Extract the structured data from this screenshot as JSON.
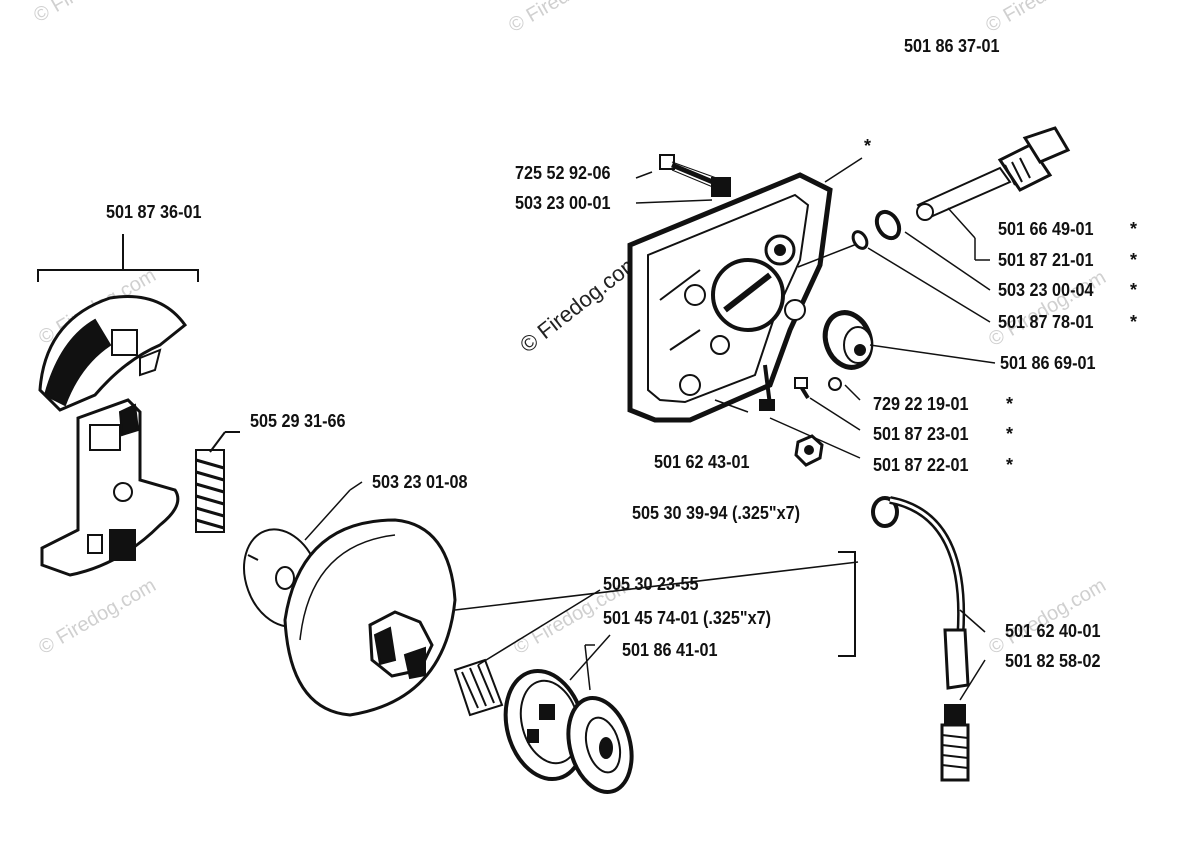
{
  "diagram_code": "501 86 37-01",
  "watermark": "© Firedog.com",
  "colors": {
    "ink": "#111111",
    "watermark_light": "#d0d0d0",
    "watermark_dark": "#222222"
  },
  "labels": {
    "p725_52_92_06": "725 52 92-06",
    "p503_23_00_01": "503 23 00-01",
    "p501_87_36_01": "501 87 36-01",
    "p501_66_49_01": "501 66 49-01",
    "p501_87_21_01": "501 87 21-01",
    "p503_23_00_04": "503 23 00-04",
    "p501_87_78_01": "501 87 78-01",
    "p501_86_69_01": "501 86 69-01",
    "p729_22_19_01": "729 22 19-01",
    "p501_87_23_01": "501 87 23-01",
    "p501_87_22_01": "501 87 22-01",
    "p501_62_43_01": "501 62 43-01",
    "p505_29_31_66": "505 29 31-66",
    "p503_23_01_08": "503 23 01-08",
    "p505_30_39_94": "505 30 39-94 (.325\"x7)",
    "p505_30_23_55": "505 30 23-55",
    "p501_45_74_01": "501 45 74-01 (.325\"x7)",
    "p501_86_41_01": "501 86 41-01",
    "p501_62_40_01": "501 62 40-01",
    "p501_82_58_02": "501 82 58-02"
  },
  "asterisk": "*"
}
